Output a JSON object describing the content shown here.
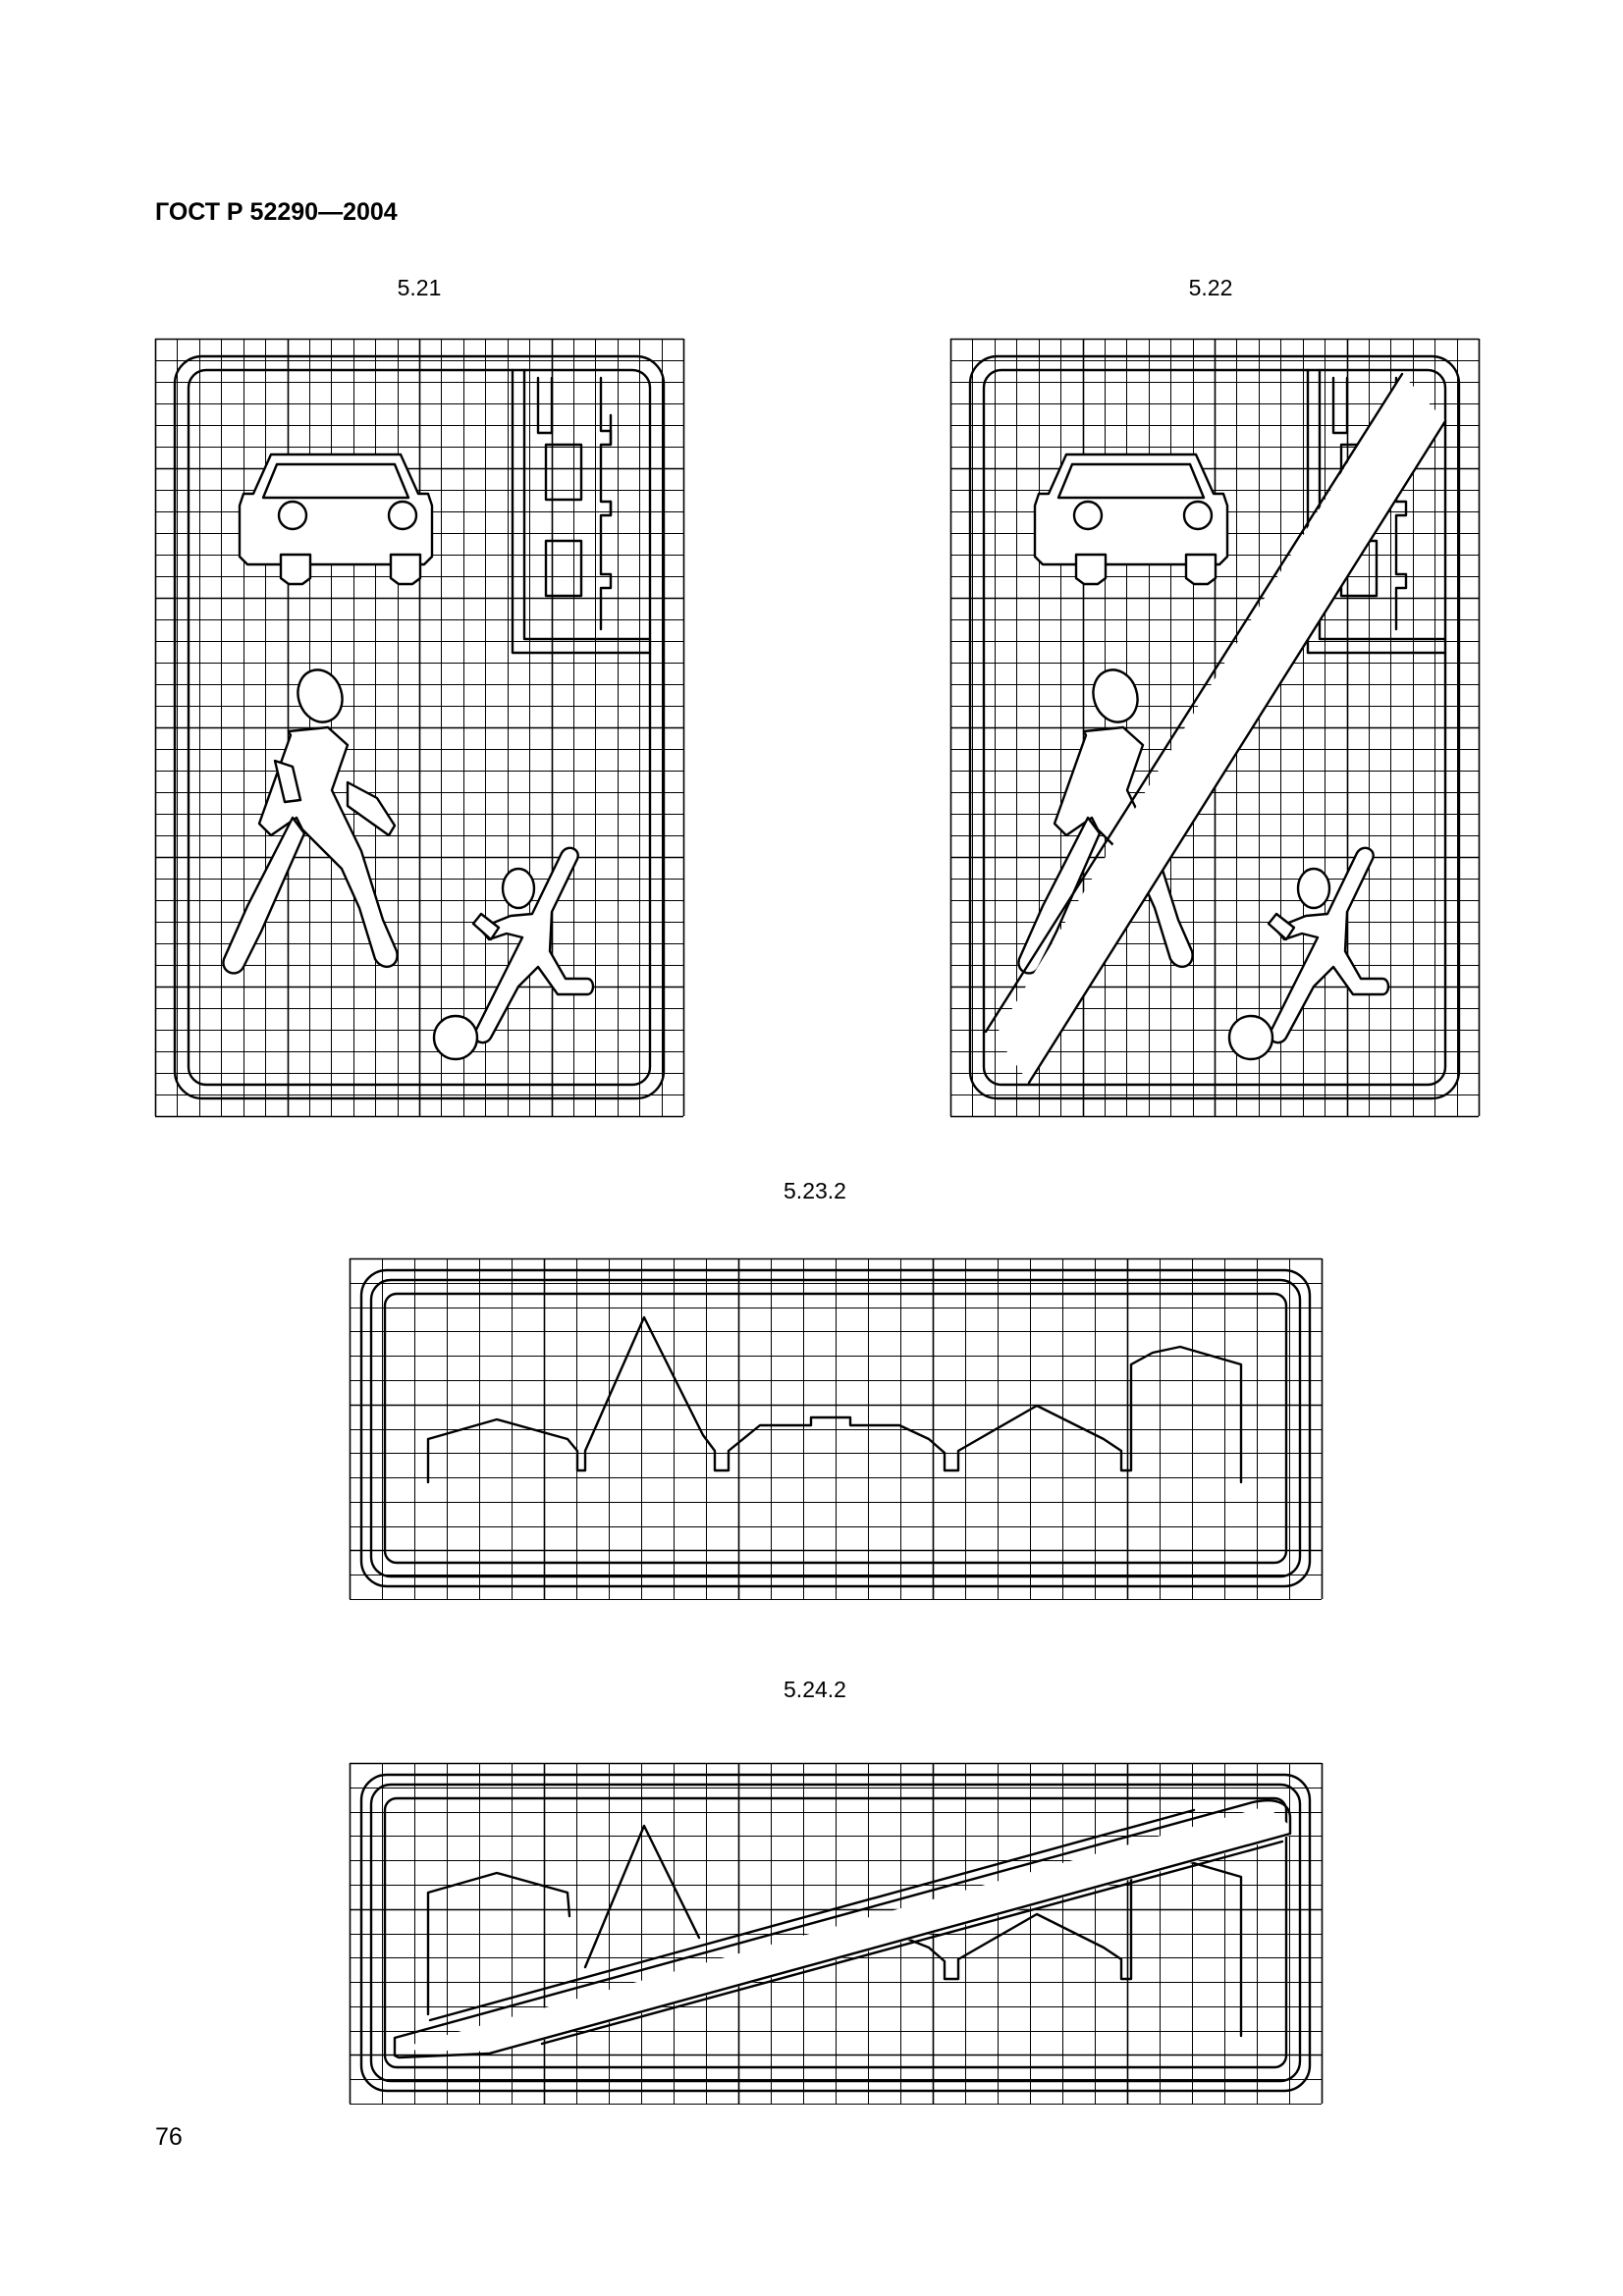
{
  "header": {
    "standard": "ГОСТ Р 52290—2004"
  },
  "figures": [
    {
      "id": "fig-5-21",
      "caption": "5.21"
    },
    {
      "id": "fig-5-22",
      "caption": "5.22"
    },
    {
      "id": "fig-5-23-2",
      "caption": "5.23.2"
    },
    {
      "id": "fig-5-24-2",
      "caption": "5.24.2"
    }
  ],
  "page_number": "76"
}
